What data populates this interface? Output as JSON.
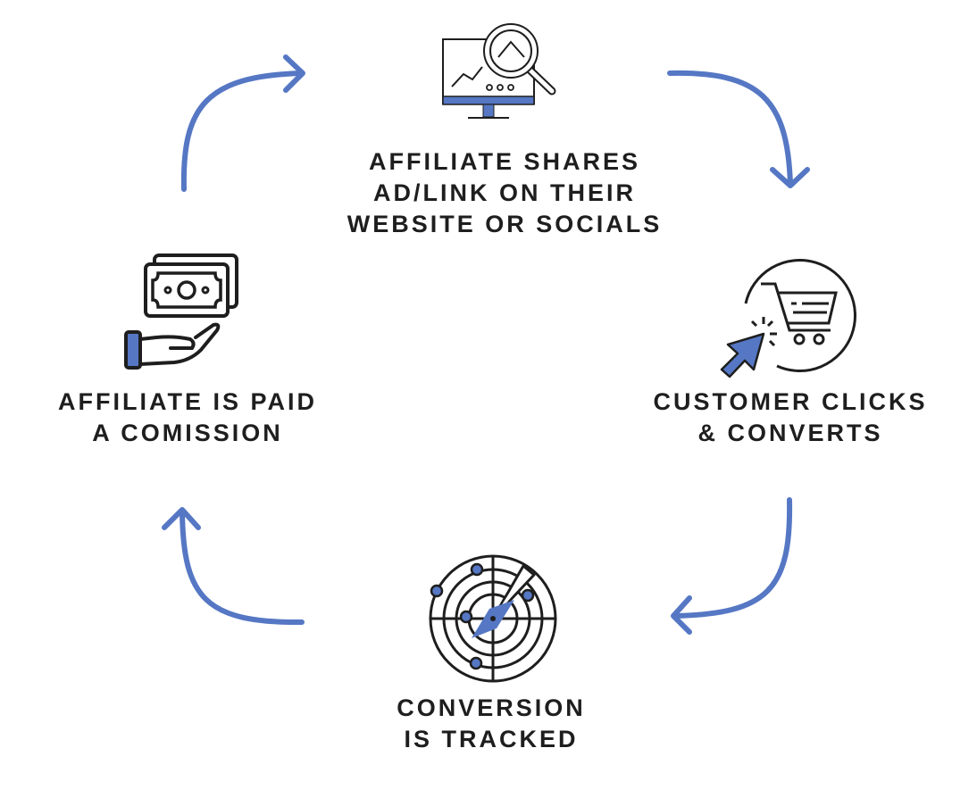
{
  "diagram": {
    "title": "Affiliate marketing cycle",
    "accent_color": "#5577c4",
    "ink_color": "#1e1e1e",
    "steps": [
      {
        "id": "share",
        "icon": "monitor-magnifier-icon",
        "lines": [
          "AFFILIATE SHARES",
          "AD/LINK ON THEIR",
          "WEBSITE OR SOCIALS"
        ]
      },
      {
        "id": "convert",
        "icon": "cart-cursor-icon",
        "lines": [
          "CUSTOMER CLICKS",
          "& CONVERTS"
        ]
      },
      {
        "id": "track",
        "icon": "radar-icon",
        "lines": [
          "CONVERSION",
          "IS TRACKED"
        ]
      },
      {
        "id": "paid",
        "icon": "hand-money-icon",
        "lines": [
          "AFFILIATE IS PAID",
          "A COMISSION"
        ]
      }
    ],
    "flow": [
      "share",
      "convert",
      "track",
      "paid",
      "share"
    ]
  }
}
